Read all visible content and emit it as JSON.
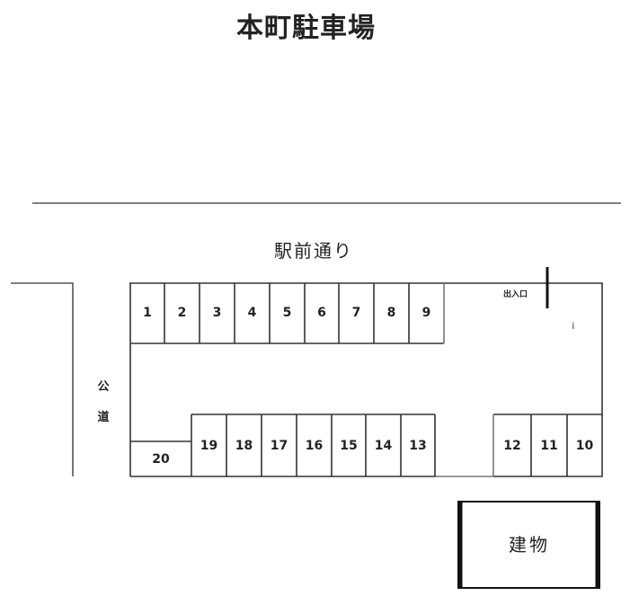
{
  "title": "本町駐車場",
  "road_name": "駅前通り",
  "public_road": [
    "公",
    "道"
  ],
  "entrance_label": "出入口",
  "building_label": "建物",
  "minor_marker": "i",
  "stalls": {
    "top_row": [
      "1",
      "2",
      "3",
      "4",
      "5",
      "6",
      "7",
      "8",
      "9"
    ],
    "bottom_row": [
      "20",
      "19",
      "18",
      "17",
      "16",
      "15",
      "14",
      "13"
    ],
    "right_row": [
      "12",
      "11",
      "10"
    ]
  },
  "colors": {
    "line": "#333333",
    "background": "#ffffff",
    "text": "#222222"
  }
}
